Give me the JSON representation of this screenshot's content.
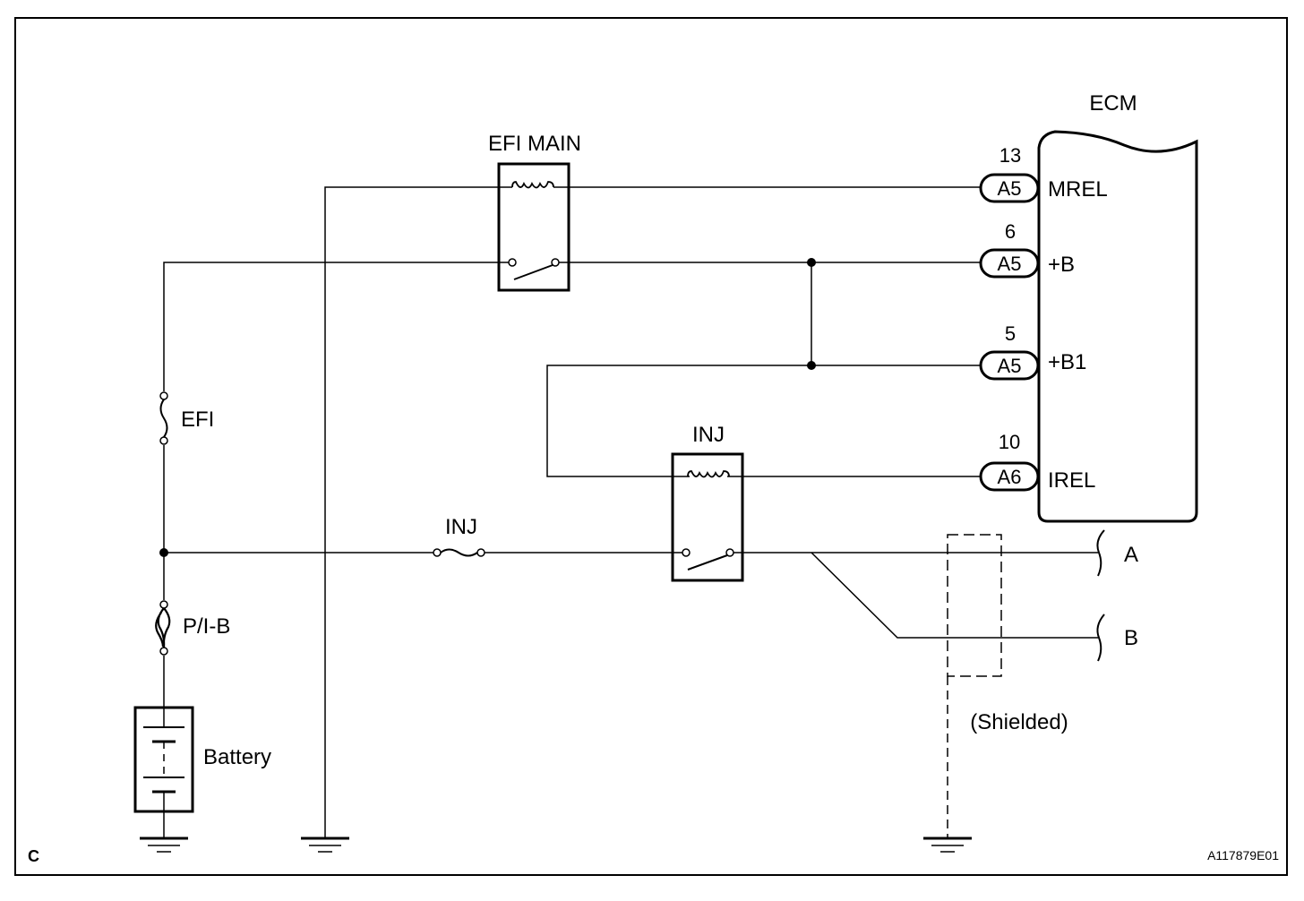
{
  "ecm": {
    "title": "ECM",
    "pins": [
      {
        "number": "13",
        "connector": "A5",
        "name": "MREL"
      },
      {
        "number": "6",
        "connector": "A5",
        "name": "+B"
      },
      {
        "number": "5",
        "connector": "A5",
        "name": "+B1"
      },
      {
        "number": "10",
        "connector": "A6",
        "name": "IREL"
      }
    ]
  },
  "relays": {
    "efi_main": "EFI MAIN",
    "inj": "INJ"
  },
  "fuses": {
    "efi": "EFI",
    "inj": "INJ",
    "pib": "P/I-B"
  },
  "battery": "Battery",
  "outputs": {
    "a": "A",
    "b": "B"
  },
  "shielded": "(Shielded)",
  "corner_label": "C",
  "figure_id": "A117879E01"
}
